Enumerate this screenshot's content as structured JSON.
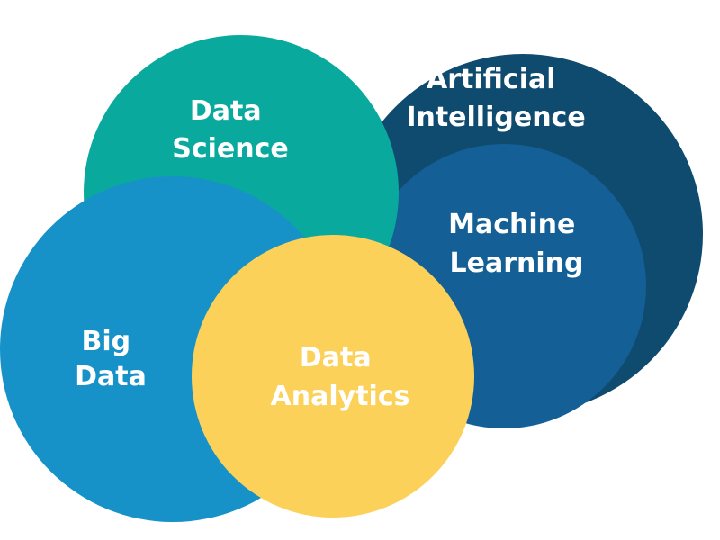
{
  "diagram": {
    "colors": {
      "background": "#ffffff",
      "artificial_intelligence": "#0e4b6f",
      "machine_learning": "#135f96",
      "data_science": "#0aa99e",
      "big_data": "#1792c8",
      "data_analytics": "#fcd159",
      "label_text": "#ffffff"
    },
    "circles": {
      "artificial_intelligence": {
        "line1": "Artificial",
        "line2": "Intelligence"
      },
      "machine_learning": {
        "line1": "Machine",
        "line2": "Learning"
      },
      "data_science": {
        "line1": "Data",
        "line2": "Science"
      },
      "big_data": {
        "line1": "Big",
        "line2": "Data"
      },
      "data_analytics": {
        "line1": "Data",
        "line2": "Analytics"
      }
    }
  }
}
